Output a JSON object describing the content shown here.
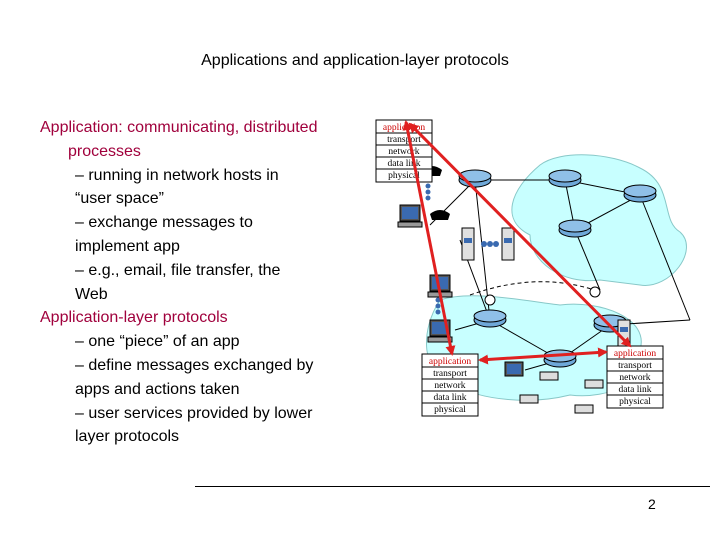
{
  "slide": {
    "title": "Applications and application-layer protocols",
    "page_number": "2"
  },
  "bullets": [
    {
      "level": 1,
      "lines": [
        "Application: communicating, distributed",
        "processes"
      ]
    },
    {
      "level": 2,
      "lines": [
        "– running in network hosts in",
        "“user space”"
      ]
    },
    {
      "level": 2,
      "lines": [
        "– exchange messages to",
        "implement app"
      ]
    },
    {
      "level": 2,
      "lines": [
        "– e.g., email, file transfer, the",
        "Web"
      ]
    },
    {
      "level": 1,
      "lines": [
        "Application-layer protocols"
      ]
    },
    {
      "level": 2,
      "lines": [
        "– one “piece” of an app"
      ]
    },
    {
      "level": 2,
      "lines": [
        "– define messages exchanged by",
        "apps and actions taken"
      ]
    },
    {
      "level": 2,
      "lines": [
        "– user services provided by lower",
        "layer protocols"
      ]
    }
  ],
  "stack_layers": [
    "application",
    "transport",
    "network",
    "data link",
    "physical"
  ],
  "colors": {
    "heading_bullet": "#a0003c",
    "cloud": "#c8ffff",
    "router": "#6fa8d8",
    "arrow": "#e02020",
    "application_layer": "#cc0000"
  }
}
